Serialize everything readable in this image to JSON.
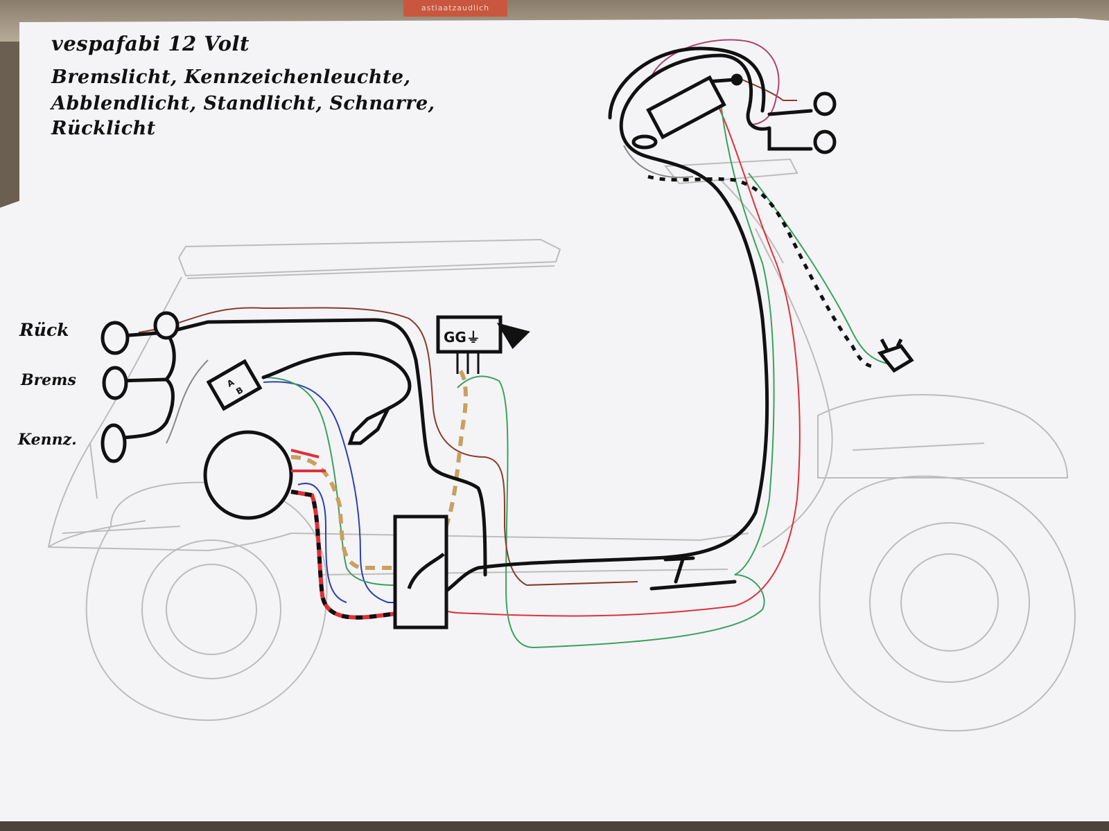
{
  "corner_sticker": "astlaatzaudlich",
  "title": {
    "line1": "vespafabi 12 Volt",
    "line2": "Bremslicht, Kennzeichenleuchte,",
    "line3": "Abblendlicht, Standlicht, Schnarre,",
    "line4": "Rücklicht"
  },
  "connectors": {
    "rueck": "Rück",
    "brems": "Brems",
    "kennz": "Kennz."
  },
  "parts": {
    "regulator_label": "GG⏚",
    "cdi_label": "A\nB"
  },
  "colors": {
    "wire_black": "#111111",
    "wire_red": "#e0303a",
    "wire_green": "#3aa060",
    "wire_blue": "#2c3fb0",
    "wire_brown": "#8a3a2a",
    "wire_tan": "#c8a060",
    "sketch_gray": "#b8b8b8",
    "paper": "#f4f4f6"
  }
}
